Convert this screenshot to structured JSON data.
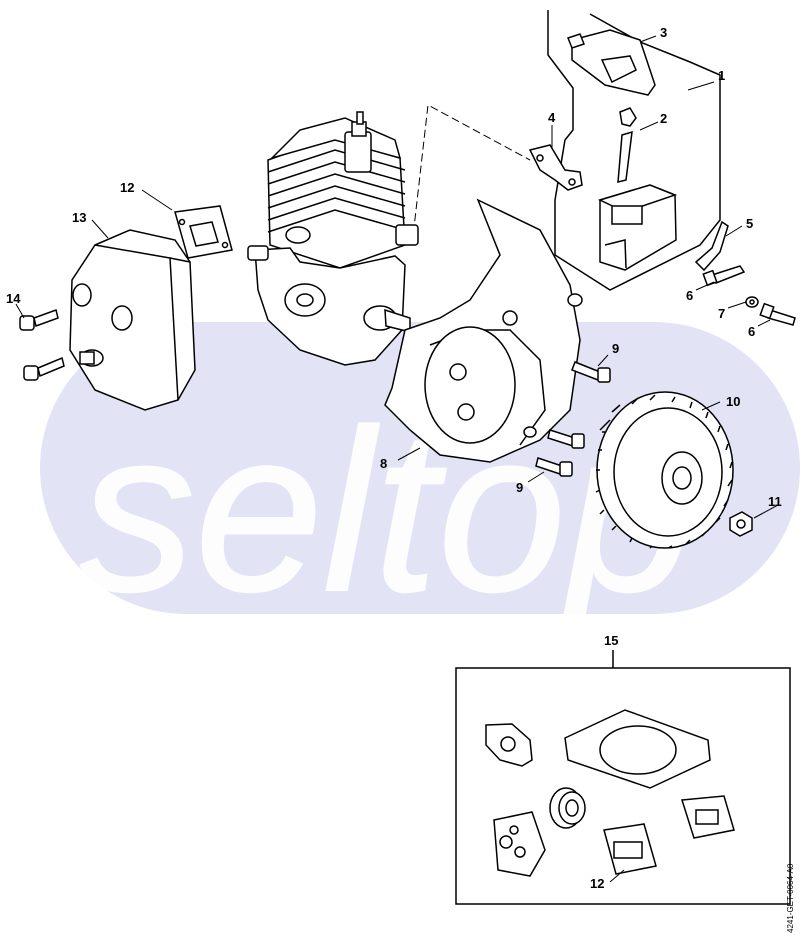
{
  "watermark": {
    "text": "seltop",
    "band_color": "#e2e4f6",
    "text_color": "#ffffff"
  },
  "labels": {
    "p1": "1",
    "p2": "2",
    "p3": "3",
    "p4": "4",
    "p5": "5",
    "p6a": "6",
    "p6b": "6",
    "p7": "7",
    "p8": "8",
    "p9a": "9",
    "p9b": "9",
    "p10": "10",
    "p11": "11",
    "p12a": "12",
    "p12b": "12",
    "p13": "13",
    "p14": "14",
    "p15": "15"
  },
  "drawing_code": "4241-GET-0064-A0",
  "line_color": "#000000"
}
